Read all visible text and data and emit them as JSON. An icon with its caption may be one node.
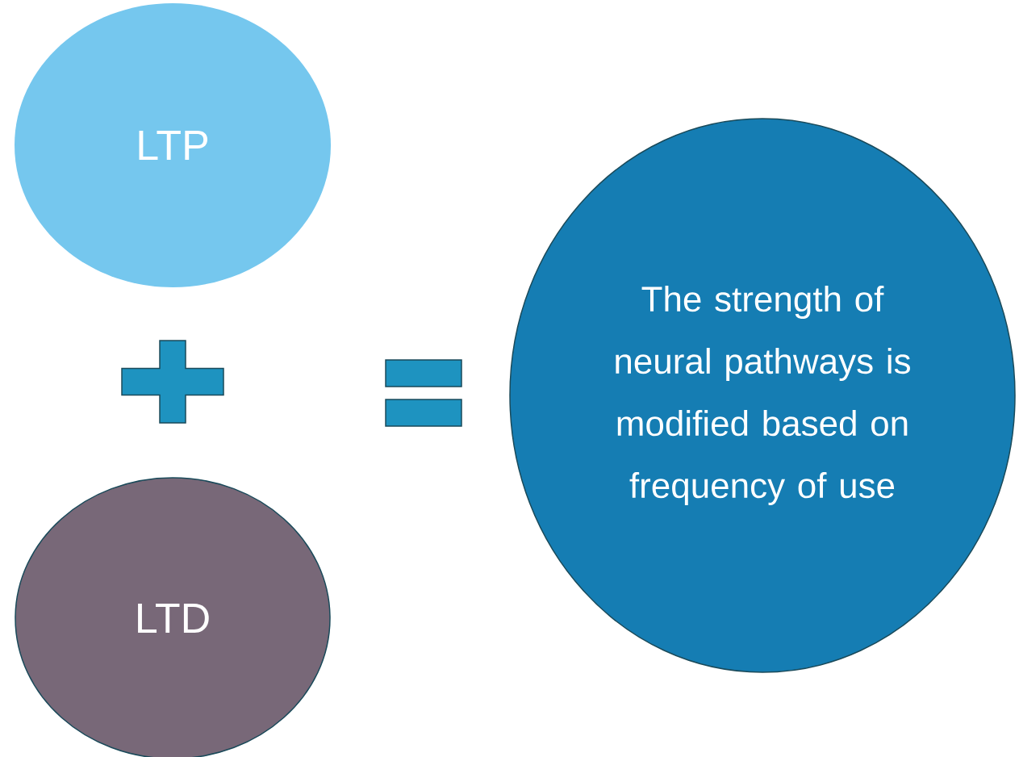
{
  "diagram": {
    "nodes": [
      {
        "text": [
          "LTP"
        ]
      },
      {
        "text": [],
        "shape": "plus"
      },
      {
        "text": [
          "LTD"
        ]
      },
      {
        "text": [],
        "shape": "equals"
      },
      {
        "text": [
          "The strength of neural pathways is modified based on frequency of use"
        ]
      }
    ]
  }
}
